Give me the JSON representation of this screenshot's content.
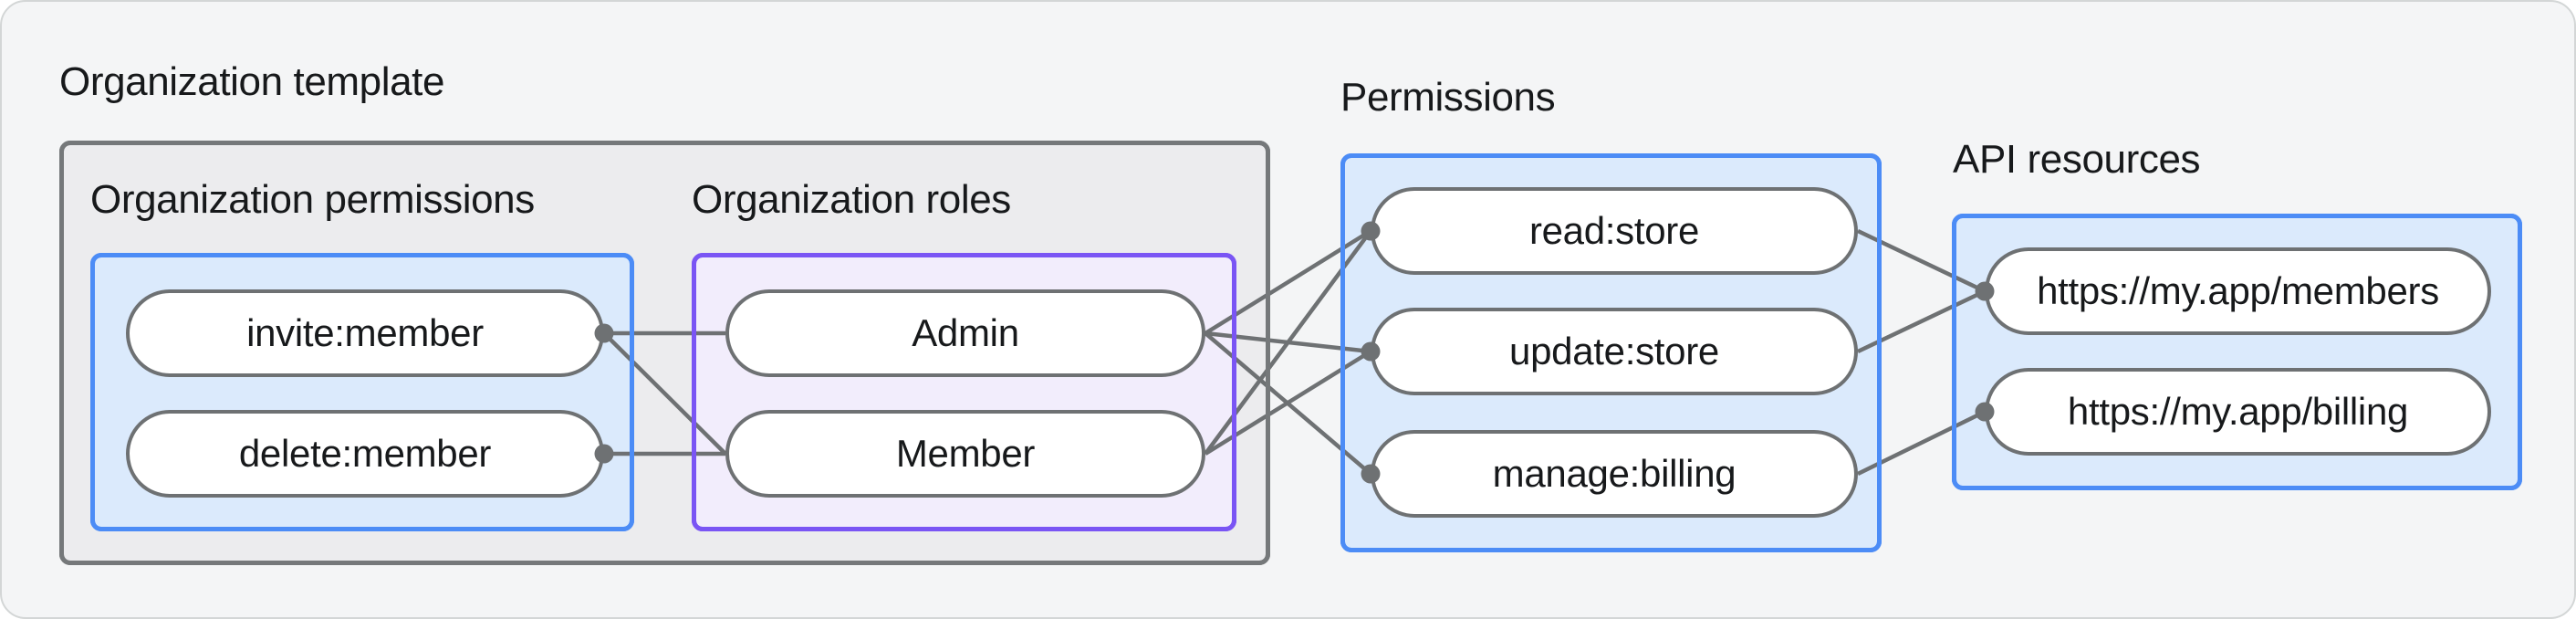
{
  "colors": {
    "background": "#f4f5f6",
    "group_box_fill": "#ececee",
    "group_box_border": "#75787a",
    "blue_box_fill": "#dbeafc",
    "blue_box_border": "#4c8cf6",
    "purple_box_fill": "#f2edfc",
    "purple_box_border": "#7a55f4",
    "pill_fill": "#ffffff",
    "pill_border": "#6e7173",
    "edge": "#6e7173",
    "text": "#17191b"
  },
  "org_template": {
    "label": "Organization template",
    "org_permissions": {
      "label": "Organization permissions",
      "nodes": [
        {
          "id": "invite",
          "label": "invite:member"
        },
        {
          "id": "delete",
          "label": "delete:member"
        }
      ]
    },
    "org_roles": {
      "label": "Organization roles",
      "nodes": [
        {
          "id": "admin",
          "label": "Admin"
        },
        {
          "id": "member",
          "label": "Member"
        }
      ]
    }
  },
  "permissions": {
    "label": "Permissions",
    "nodes": [
      {
        "id": "read",
        "label": "read:store"
      },
      {
        "id": "update",
        "label": "update:store"
      },
      {
        "id": "manage",
        "label": "manage:billing"
      }
    ]
  },
  "api_resources": {
    "label": "API resources",
    "nodes": [
      {
        "id": "members",
        "label": "https://my.app/members"
      },
      {
        "id": "billing",
        "label": "https://my.app/billing"
      }
    ]
  },
  "edges": [
    {
      "from": "invite",
      "to": "admin"
    },
    {
      "from": "invite",
      "to": "member"
    },
    {
      "from": "delete",
      "to": "member"
    },
    {
      "from": "admin",
      "to": "read"
    },
    {
      "from": "admin",
      "to": "update"
    },
    {
      "from": "admin",
      "to": "manage"
    },
    {
      "from": "member",
      "to": "read"
    },
    {
      "from": "member",
      "to": "update"
    },
    {
      "from": "read",
      "to": "members"
    },
    {
      "from": "update",
      "to": "members"
    },
    {
      "from": "manage",
      "to": "billing"
    }
  ]
}
